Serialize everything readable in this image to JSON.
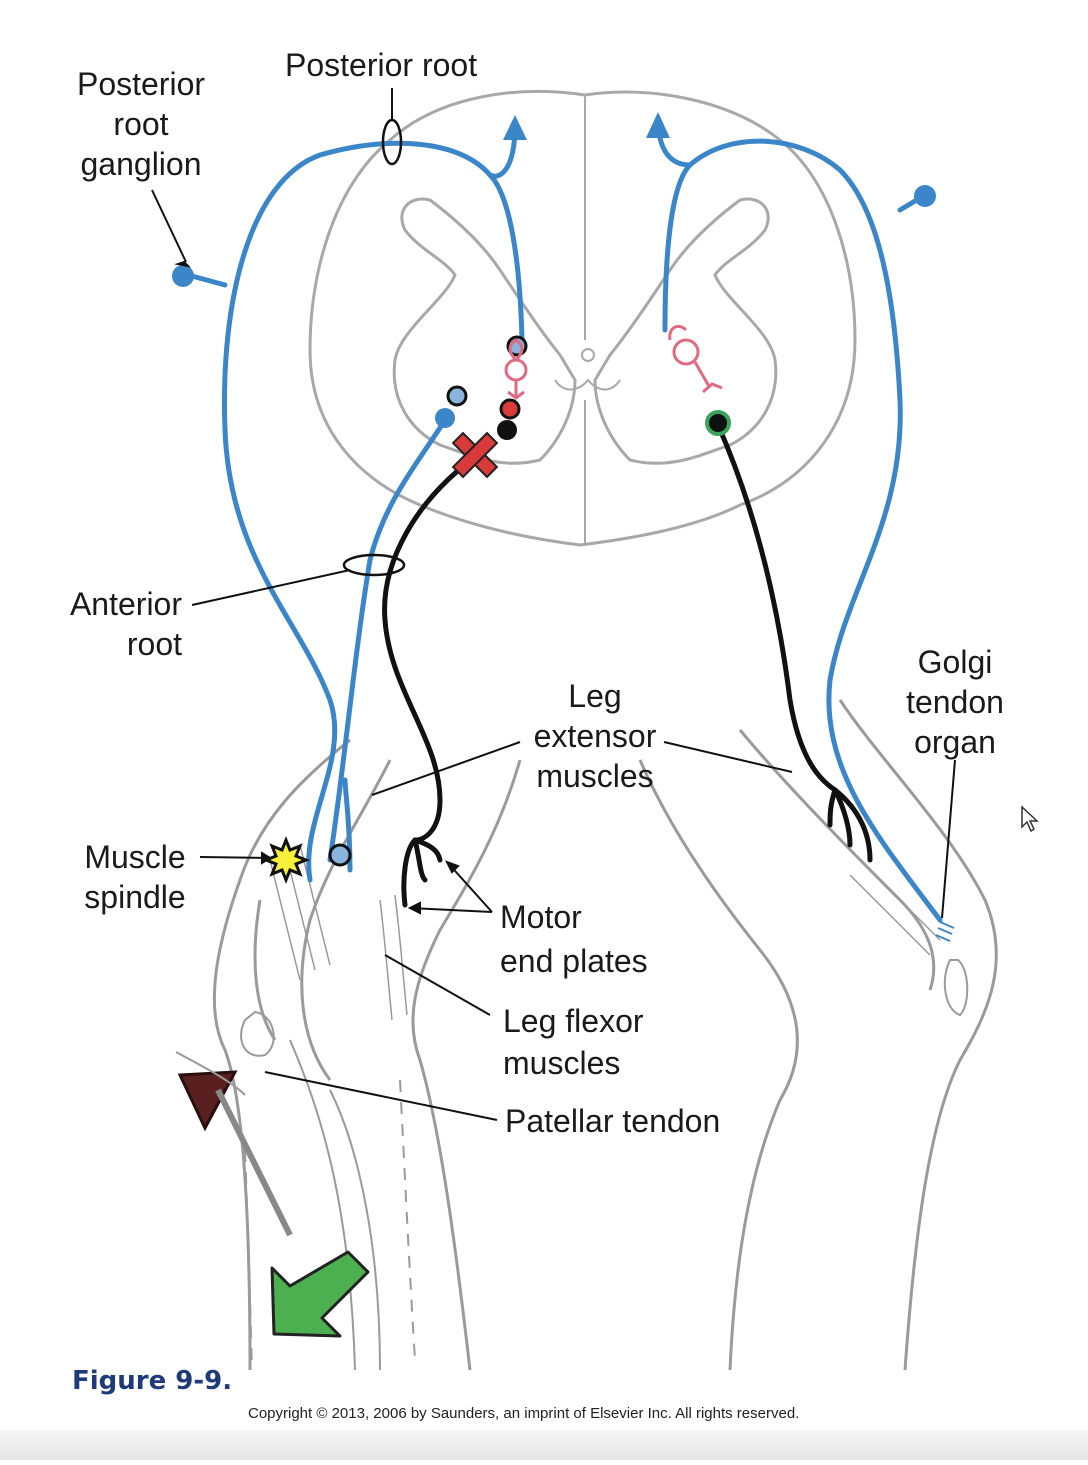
{
  "labels": {
    "posterior_root_top": "Posterior root",
    "posterior_root_ganglion": [
      "Posterior",
      "root",
      "ganglion"
    ],
    "anterior_root": [
      "Anterior",
      "root"
    ],
    "leg_extensor_muscles": [
      "Leg",
      "extensor",
      "muscles"
    ],
    "golgi_tendon_organ": [
      "Golgi",
      "tendon",
      "organ"
    ],
    "muscle_spindle": [
      "Muscle",
      "spindle"
    ],
    "motor_end_plates": [
      "Motor",
      "end plates"
    ],
    "leg_flexor_muscles": [
      "Leg flexor",
      "muscles"
    ],
    "patellar_tendon": "Patellar tendon"
  },
  "figure_label": "Figure 9-9.",
  "copyright": "Copyright © 2013, 2006 by Saunders, an imprint of Elsevier Inc. All rights reserved.",
  "colors": {
    "sensory_neuron": "#3a86c8",
    "motor_neuron": "#111111",
    "interneuron": "#e06a82",
    "inhibition_marker": "#d93a3a",
    "stretch_arrow": "#4caf50",
    "outline": "#9a9a9a"
  },
  "icons": [
    "inhibition-x-icon",
    "stretch-arrow-icon",
    "reflex-hammer-icon",
    "mouse-cursor-icon"
  ]
}
